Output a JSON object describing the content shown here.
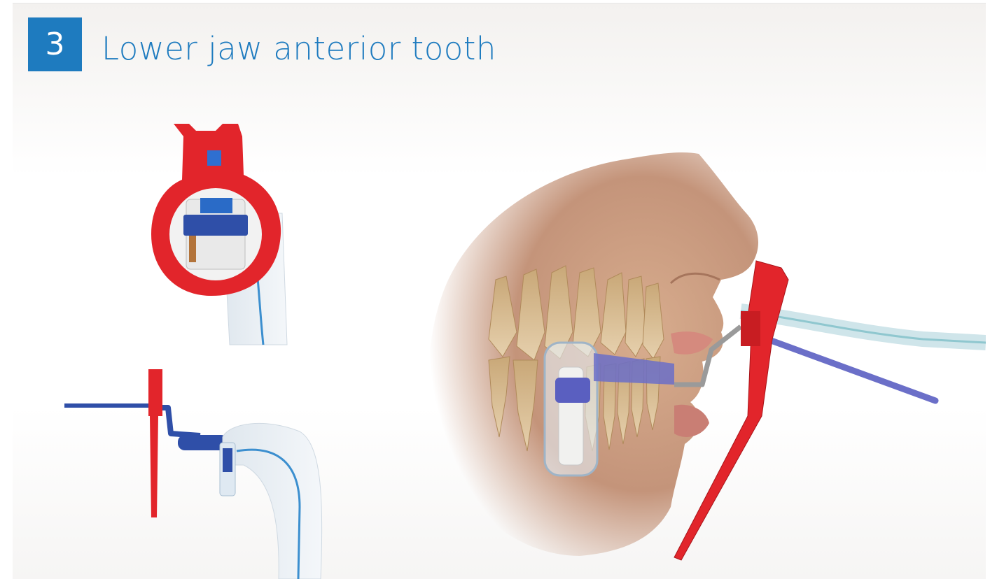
{
  "header": {
    "step_number": "3",
    "title": "Lower jaw anterior tooth"
  },
  "colors": {
    "accent_blue": "#1e7bbf",
    "holder_red": "#e2252b",
    "holder_blue": "#2f4fa8",
    "skin": "#c99a7a",
    "tooth": "#d9bf94",
    "bite_purple": "#6b6fc8"
  },
  "figures": {
    "front_view": "sensor-holder-front-view",
    "side_view": "sensor-holder-side-view",
    "placement_view": "face-placement-illustration"
  }
}
